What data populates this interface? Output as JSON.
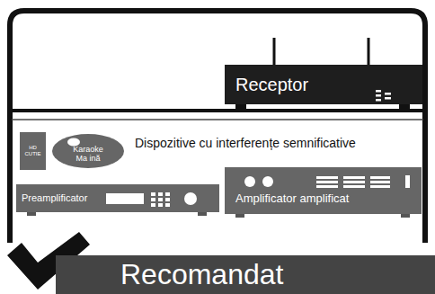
{
  "diagram": {
    "nodes": [
      {
        "text": [
          "Receptor"
        ]
      },
      {
        "text": [
          "HD CUTIE"
        ]
      },
      {
        "text": [
          "Karaoke Ma ină"
        ]
      },
      {
        "text": [
          "Preamplificator"
        ]
      },
      {
        "text": [
          "Amplificator amplificat"
        ]
      },
      {
        "text": [
          "Recomandat"
        ]
      }
    ],
    "labels": [
      "Dispozitive cu interferențe semnificative"
    ]
  }
}
